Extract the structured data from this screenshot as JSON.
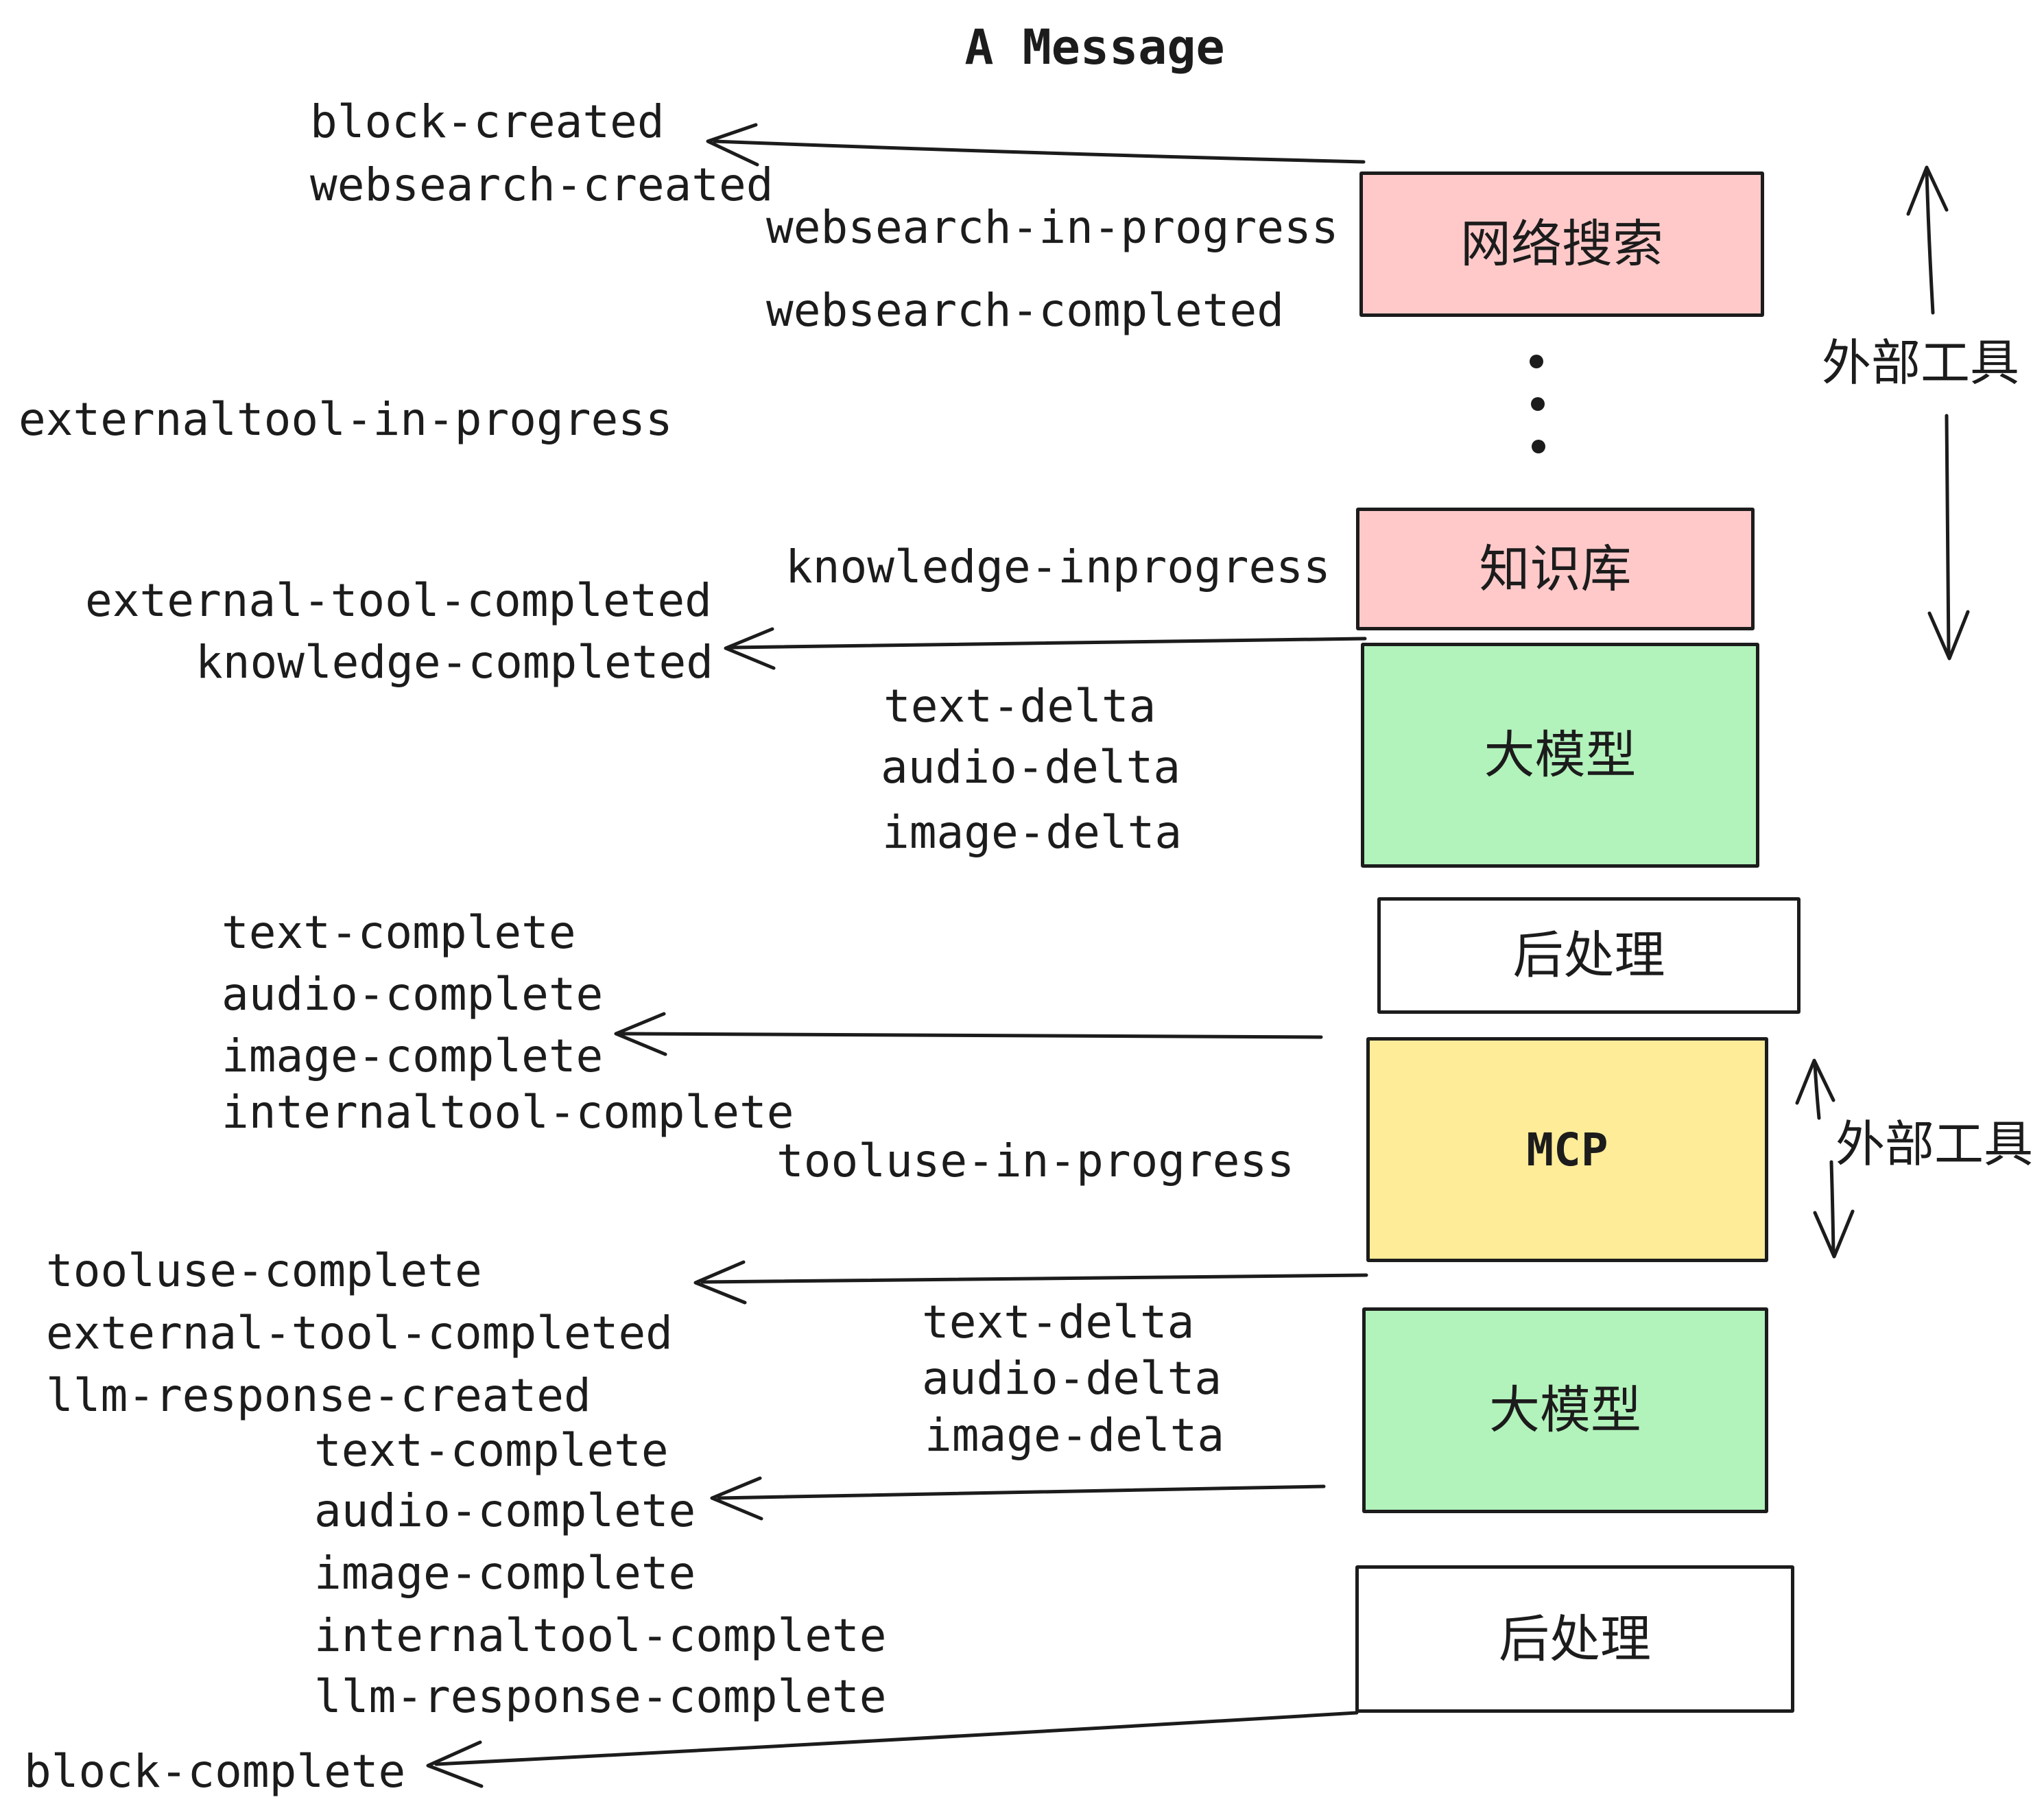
{
  "title": "A Message",
  "colors": {
    "box_pink": "#ffc9c9",
    "box_green": "#b2f2bb",
    "box_yellow": "#ffec99",
    "box_white": "#ffffff",
    "ink": "#1c1c1c"
  },
  "boxes": {
    "websearch": {
      "label": "网络搜索"
    },
    "knowledge": {
      "label": "知识库"
    },
    "llm1": {
      "label": "大模型"
    },
    "post1": {
      "label": "后处理"
    },
    "mcp": {
      "label": "MCP"
    },
    "llm2": {
      "label": "大模型"
    },
    "post2": {
      "label": "后处理"
    }
  },
  "side_labels": {
    "external_tools_top": "外部工具",
    "external_tools_mcp": "外部工具"
  },
  "events": {
    "block_created": "block-created",
    "websearch_created": "websearch-created",
    "websearch_in_progress": "websearch-in-progress",
    "websearch_completed": "websearch-completed",
    "externaltool_in_progress": "externaltool-in-progress",
    "external_tool_completed": "external-tool-completed",
    "knowledge_inprogress": "knowledge-inprogress",
    "knowledge_completed": "knowledge-completed",
    "text_delta_1": "text-delta",
    "audio_delta_1": "audio-delta",
    "image_delta_1": "image-delta",
    "text_complete_1": "text-complete",
    "audio_complete_1": "audio-complete",
    "image_complete_1": "image-complete",
    "internaltool_complete_1": "internaltool-complete",
    "tooluse_in_progress": "tooluse-in-progress",
    "tooluse_complete": "tooluse-complete",
    "external_tool_completed_2": "external-tool-completed",
    "llm_response_created": "llm-response-created",
    "text_delta_2": "text-delta",
    "audio_delta_2": "audio-delta",
    "image_delta_2": "image-delta",
    "text_complete_2": "text-complete",
    "audio_complete_2": "audio-complete",
    "image_complete_2": "image-complete",
    "internaltool_complete_2": "internaltool-complete",
    "llm_response_complete": "llm-response-complete",
    "block_complete": "block-complete"
  }
}
